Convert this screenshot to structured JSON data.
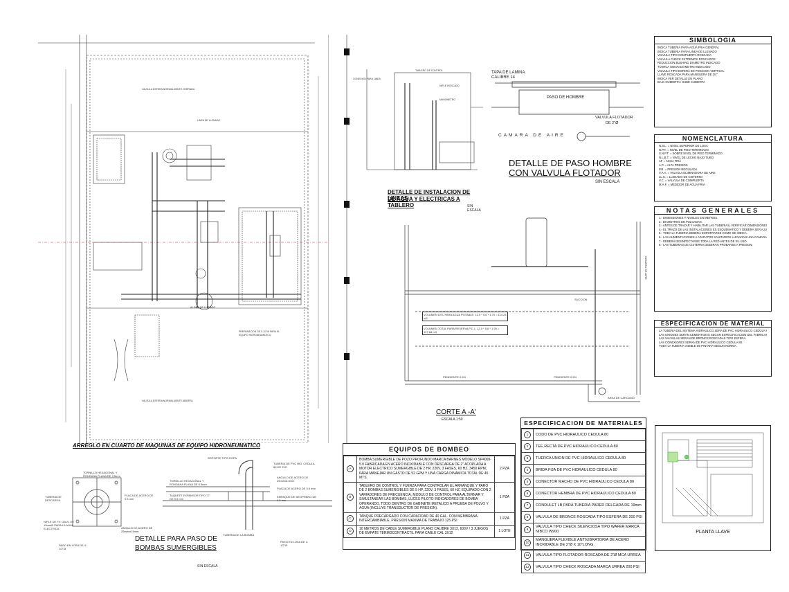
{
  "titles": {
    "machine_room": "ARREGLO EN CUARTO DE MAQUINAS DE EQUIPO HIDRONEUMATICO",
    "install_detail_1": "DETALLE DE INSTALACION DE LINEAS",
    "install_detail_2": "DE AGUA Y ELECTRICAS A TABLERO",
    "install_scale": "SIN ESCALA",
    "paso_hombre_1": "DETALLE DE PASO HOMBRE",
    "paso_hombre_2": "CON VALVULA FLOTADOR",
    "paso_hombre_scale": "SIN ESCALA",
    "corte": "CORTE A -A'",
    "corte_scale": "ESCALA 1:50",
    "bombas_1": "DETALLE PARA PASO DE",
    "bombas_2": "BOMBAS SUMERGIBLES",
    "bombas_scale": "SIN ESCALA",
    "planta_llave": "PLANTA LLAVE"
  },
  "paso_hombre_labels": {
    "tapa": "TAPA DE LAMINA",
    "calibre": "CALIBRE 14",
    "paso": "PASO DE HOMBRE",
    "camara": "CAMARA DE AIRE",
    "valvula": "VALVULA FLOTADOR",
    "valvula_size": "DE 2\"Ø"
  },
  "bombas_labels": {
    "tornillo": "TORNILLO HEXAGONAL Y RONDANA PLANA DE 9.5mm",
    "tuberia_desc": "TUBERIA DE DESCARGA",
    "placa": "PLACA DE ACERO DE 9.5 mm",
    "niple": "NIPLE DE FV. GALV. DE 19mmØ PARA LA ALIM. ELECTRICA",
    "angulo": "ANGULO DE ACERO DE 25mmx6.5mm",
    "paso_losa": "PASO EN LOSA DE 4-1/2\"Ø",
    "soporte": "SOPORTE TIPO COPA",
    "tuberia_pvc": "TUBERIA DE PVC HID. CEDULA 80 DE 3\"Ø",
    "tornillo2": "TORNILLO HEXAGONAL Y RONDANA PLANA DE 9.5mm",
    "taquete": "TAQUETE EXPANSOR TIPO \"Z\" DE 9.5 mm",
    "angulo2": "ANGULO DE ACERO DE 25mmx6.5mm",
    "placa2": "PLACA DE ACERO DE 9.5 mm",
    "empaque": "EMPAQUE DE NEOPRENO DE 9.5 mm",
    "tuberia_bomba": "TUBERIA DE LA BOMBA",
    "paso_losa2": "PASO EN LOSA DE 4-1/2\"Ø"
  },
  "corte_labels": {
    "volumen_util": "VOLUMEN UTIL PARA AGUA POTABLE: 12.0 * 5.6 * 1.70 = 114.24 m3",
    "volumen_total": "VOLUMEN TOTAL PARA RESERVA P.C.I.: 12.0 * 5.6 * 1.90 = 127.68 m3",
    "succion": "SUCCION",
    "pendiente1": "PENDIENTE 0.5%",
    "pendiente2": "PENDIENTE 0.5%",
    "carcamo": "AREA DE CARCAMO",
    "camara": "CAMARA DE AIRE"
  },
  "simbologia": {
    "title": "SIMBOLOGIA",
    "items": [
      "INDICA TUBERIA PARA AGUA FRIA GENERAL",
      "INDICA TUBERIA PARA LINEA DE LLENADO",
      "VALVULA TIPO COMPUERTA ROSCADA",
      "VALVULA CHECK EXTREMOS ROSCADOS",
      "REDUCCION BUSHING DIAMETRO INDICADO",
      "TUERCA UNION DIAMETRO INDICADO",
      "VALVULA TIPO ESFERA EN POSICION VERTICAL",
      "LLAVE ROSCADA PARA MANGUERA DE 3/4\"",
      "INDICA VER DETALLE EN PLANO",
      "BAJA CUBIERTA / SUBE CUBIERTA"
    ]
  },
  "nomenclatura": {
    "title": "NOMENCLATURA",
    "items": [
      "N.S.L. = NIVEL SUPERIOR DE LOSA",
      "N.P.T. = NIVEL DE PISO TERMINADO",
      "S.N.P.T. = SOBRE NIVEL DE PISO TERMINADO",
      "N.L.B.T. = NIVEL DE LECHO BAJO TUBO",
      "AF = AGUA FRIA",
      "A.P. = ALTA PRESION",
      "P.R. = PRESION REGULADA",
      "V.A.A. = VALVULA ELIMINADORA DE AIRE",
      "LL.C. = LLENADO DE CISTERNA",
      "V.C. = VALVULA DE COMPUERTA",
      "M.A.F. = MEDIDOR DE AGUA FRIA"
    ]
  },
  "notas": {
    "title": "NOTAS GENERALES",
    "items": [
      "1.- DIMENSIONES Y NIVELES EN METROS.",
      "2.- DIAMETROS EN PULGADAS.",
      "3.- ANTES DE TRAZAR Y HABILITAR LAS TUBERIAS, VERIFICAR DIMENSIONES EN PLANOS ARQUITECTONICOS.",
      "4.- EL TRAZO DE LAS INSTALACIONES ES ESQUEMATICO Y DEBERA SER AJUSTADO EN CAMPO.",
      "5.- TODA LA TUBERIA DEBERA SOPORTARSE COMO SE INDICA.",
      "6.- LAS ALIMENTACIONES A APARATOS SANITARIOS LLEVARAN UNA CAMARA DE AIRE.",
      "7.- DEBERA DESINFECTARSE TODA LA RED ANTES DE SU USO.",
      "8.- LAS TUBERIAS DE CISTERNA DEBERAN PROBARSE A PRESION."
    ]
  },
  "especificacion_material": {
    "title": "ESPECIFICACION DE MATERIAL",
    "items": [
      "LA TUBERIA DEL SISTEMA HIDRAULICO SERA DE PVC HIDRAULICO CEDULA 80.",
      "LAS UNIONES SERAN CEMENTADAS SEGUN ESPECIFICACION DEL FABRICANTE.",
      "LAS VALVULAS SERAN DE BRONCE ROSCADAS TIPO ESFERA.",
      "LAS CONEXIONES SERAN DE PVC HIDRAULICO CEDULA 80.",
      "TODA LA TUBERIA VISIBLE SE PINTARA SEGUN NORMA."
    ]
  },
  "especificacion_materiales": {
    "title": "ESPECIFICACION DE MATERIALES",
    "rows": [
      {
        "num": "1",
        "text": "CODO DE PVC HIDRAULICO CEDULA 80"
      },
      {
        "num": "2",
        "text": "TEE RECTA DE PVC HIDRAULICO CEDULA 80"
      },
      {
        "num": "3",
        "text": "TUERCA UNION DE PVC HIDRAULICO CEDULA 80"
      },
      {
        "num": "4",
        "text": "BRIDA FIJA DE PVC HIDRAULICO CEDULA 80"
      },
      {
        "num": "5",
        "text": "CONECTOR MACHO DE PVC HIDRAULICO CEDULA 80"
      },
      {
        "num": "6",
        "text": "CONECTOR HEMBRA DE PVC HIDRAULICO CEDULA 80"
      },
      {
        "num": "7",
        "text": "CONDULET LB PARA TUBERIA PARED DELGADA DE 19mm"
      },
      {
        "num": "8",
        "text": "VALVULA DE BRONCE ROSCADA TIPO ESFERA DE 200 PSI"
      },
      {
        "num": "9",
        "text": "VALVULA TIPO CHECK SILENCIOSA TIPO WAFER MARCA NIBCO W900"
      },
      {
        "num": "10",
        "text": "MANGUERA FLEXIBLE ANTIVIBRATORIA DE ACERO INOXIDABLE DE 2\"Ø X 10\"LONG."
      },
      {
        "num": "11",
        "text": "VALVULA TIPO FLOTADOR ROSCADA DE 2\"Ø MCA URREA"
      },
      {
        "num": "12",
        "text": "VALVULA TIPO CHECK ROSCADA MARCA URREA 200 PSI"
      }
    ]
  },
  "equipos_bombeo": {
    "title": "EQUIPOS DE BOMBEO",
    "rows": [
      {
        "letter": "A",
        "text": "BOMBA SUMERGIBLE DE POZO PROFUNDO MARCA BARNES MODELO SP4009-5.0 FABRICADA EN ACERO INOXIDABLE CON DESCARGA DE 2\" ACOPLADA A MOTOR ELECTRICO SUMERGIBLE DE 2 HP, 220V, 3 FASES, 60 HZ, 3450 RPM, PARA MANEJAR UN GASTO DE 52 GPM Y UNA CARGA DINAMICA TOTAL DE 45 MTS.",
        "qty": "2 PZA"
      },
      {
        "letter": "B",
        "text": "TABLERO DE CONTROL Y FUERZA PARA CONTROLAR EL ARRANQUE Y PARO DE 2 BOMBAS SUMERGIBLES DE 5 HP, 220V, 3 FASES, 60 HZ, EQUIPADO CON 2 VARIADORES DE FRECUENCIA, MODULO DE CONTROL PARA ALTERNAR Y SIMULTANEAR LAS BOMBAS, LUCES PILOTO INDICADORES DE BOMBA OPERANDO, TODO DENTRO DE GABINETE METALICO A PRUEBA DE POLVO Y AGUA (INCLUYE TRANSDUCTOR DE PRESION).",
        "qty": "1 PZA"
      },
      {
        "letter": "C",
        "text": "TANQUE PRECARGADO CON CAPACIDAD DE 40 GAL. CON MEMBRANA INTERCAMBIABLE, PRESION MAXIMA DE TRABAJO 125 PSI",
        "qty": "1 PZA"
      },
      {
        "letter": "D",
        "text": "10 METROS DE CABLE SUMERGIBLE PLANO CALIBRE 3X12, 600V / 3 JUEGOS DE EMPATE TERMOCONTRACTIL PARA CABLE CAL 3X12",
        "qty": "1 LOTE"
      }
    ]
  }
}
